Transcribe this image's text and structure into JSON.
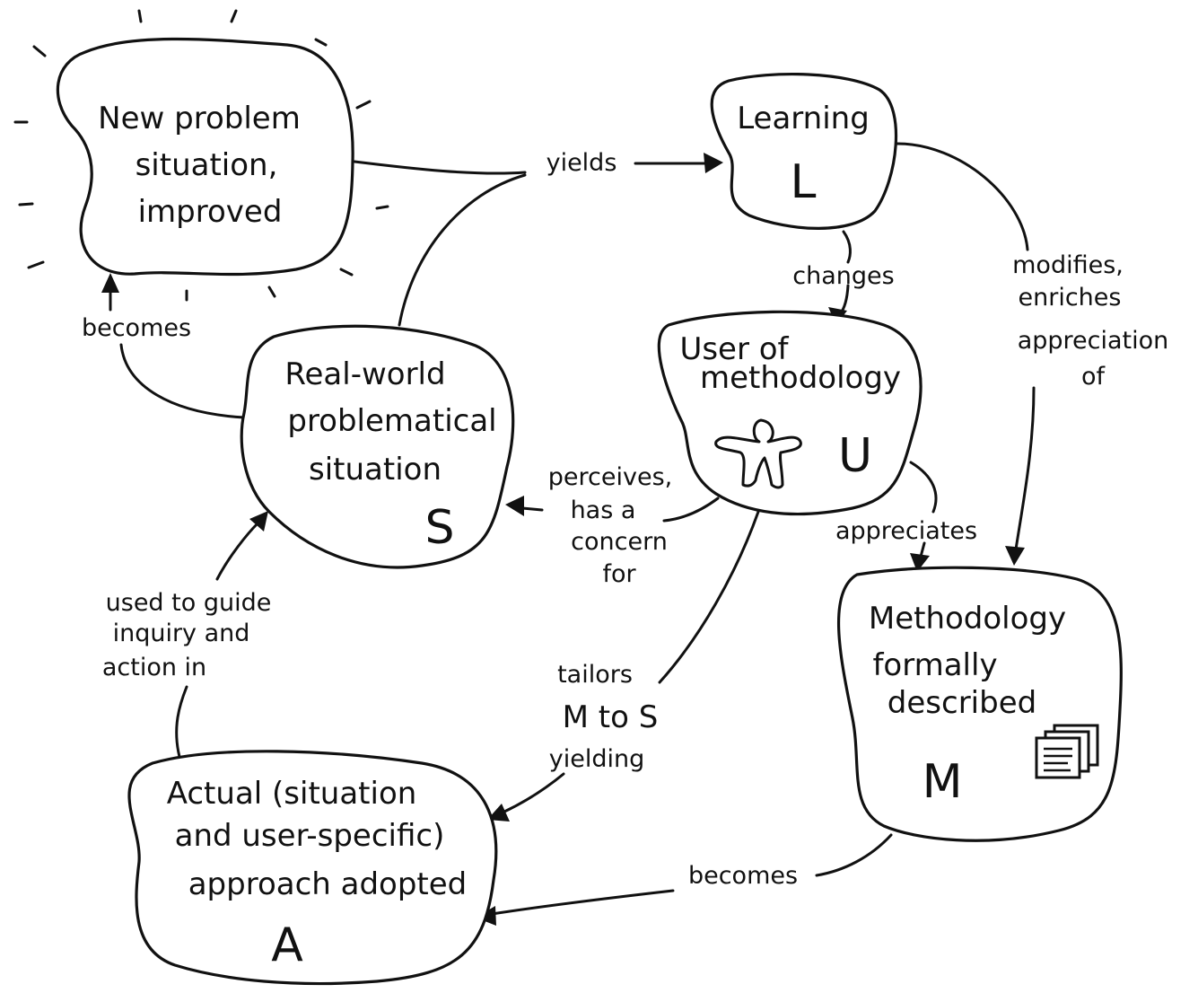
{
  "nodes": {
    "new_problem": {
      "lines": [
        "New problem",
        "situation,",
        "improved"
      ]
    },
    "learning": {
      "lines": [
        "Learning"
      ],
      "symbol": "L"
    },
    "real_world": {
      "lines": [
        "Real-world",
        "problematical",
        "situation"
      ],
      "symbol": "S"
    },
    "user": {
      "lines": [
        "User of",
        "methodology"
      ],
      "symbol": "U"
    },
    "methodology": {
      "lines": [
        "Methodology",
        "formally",
        "described"
      ],
      "symbol": "M"
    },
    "actual": {
      "lines": [
        "Actual (situation",
        "and user-specific)",
        "approach adopted"
      ],
      "symbol": "A"
    }
  },
  "edges": {
    "yields": {
      "lines": [
        "yields"
      ]
    },
    "changes": {
      "lines": [
        "changes"
      ]
    },
    "modifies": {
      "lines": [
        "modifies,",
        "enriches",
        "appreciation",
        "of"
      ]
    },
    "becomes_top": {
      "lines": [
        "becomes"
      ]
    },
    "perceives": {
      "lines": [
        "perceives,",
        "has a",
        "concern",
        "for"
      ]
    },
    "appreciates": {
      "lines": [
        "appreciates"
      ]
    },
    "used_to_guide": {
      "lines": [
        "used to guide",
        "inquiry and",
        "action in"
      ]
    },
    "tailors": {
      "lines": [
        "tailors",
        "M to S",
        "yielding"
      ]
    },
    "becomes_bottom": {
      "lines": [
        "becomes"
      ]
    }
  },
  "icons": [
    "person-icon",
    "document-stack-icon",
    "radiance-icon"
  ]
}
